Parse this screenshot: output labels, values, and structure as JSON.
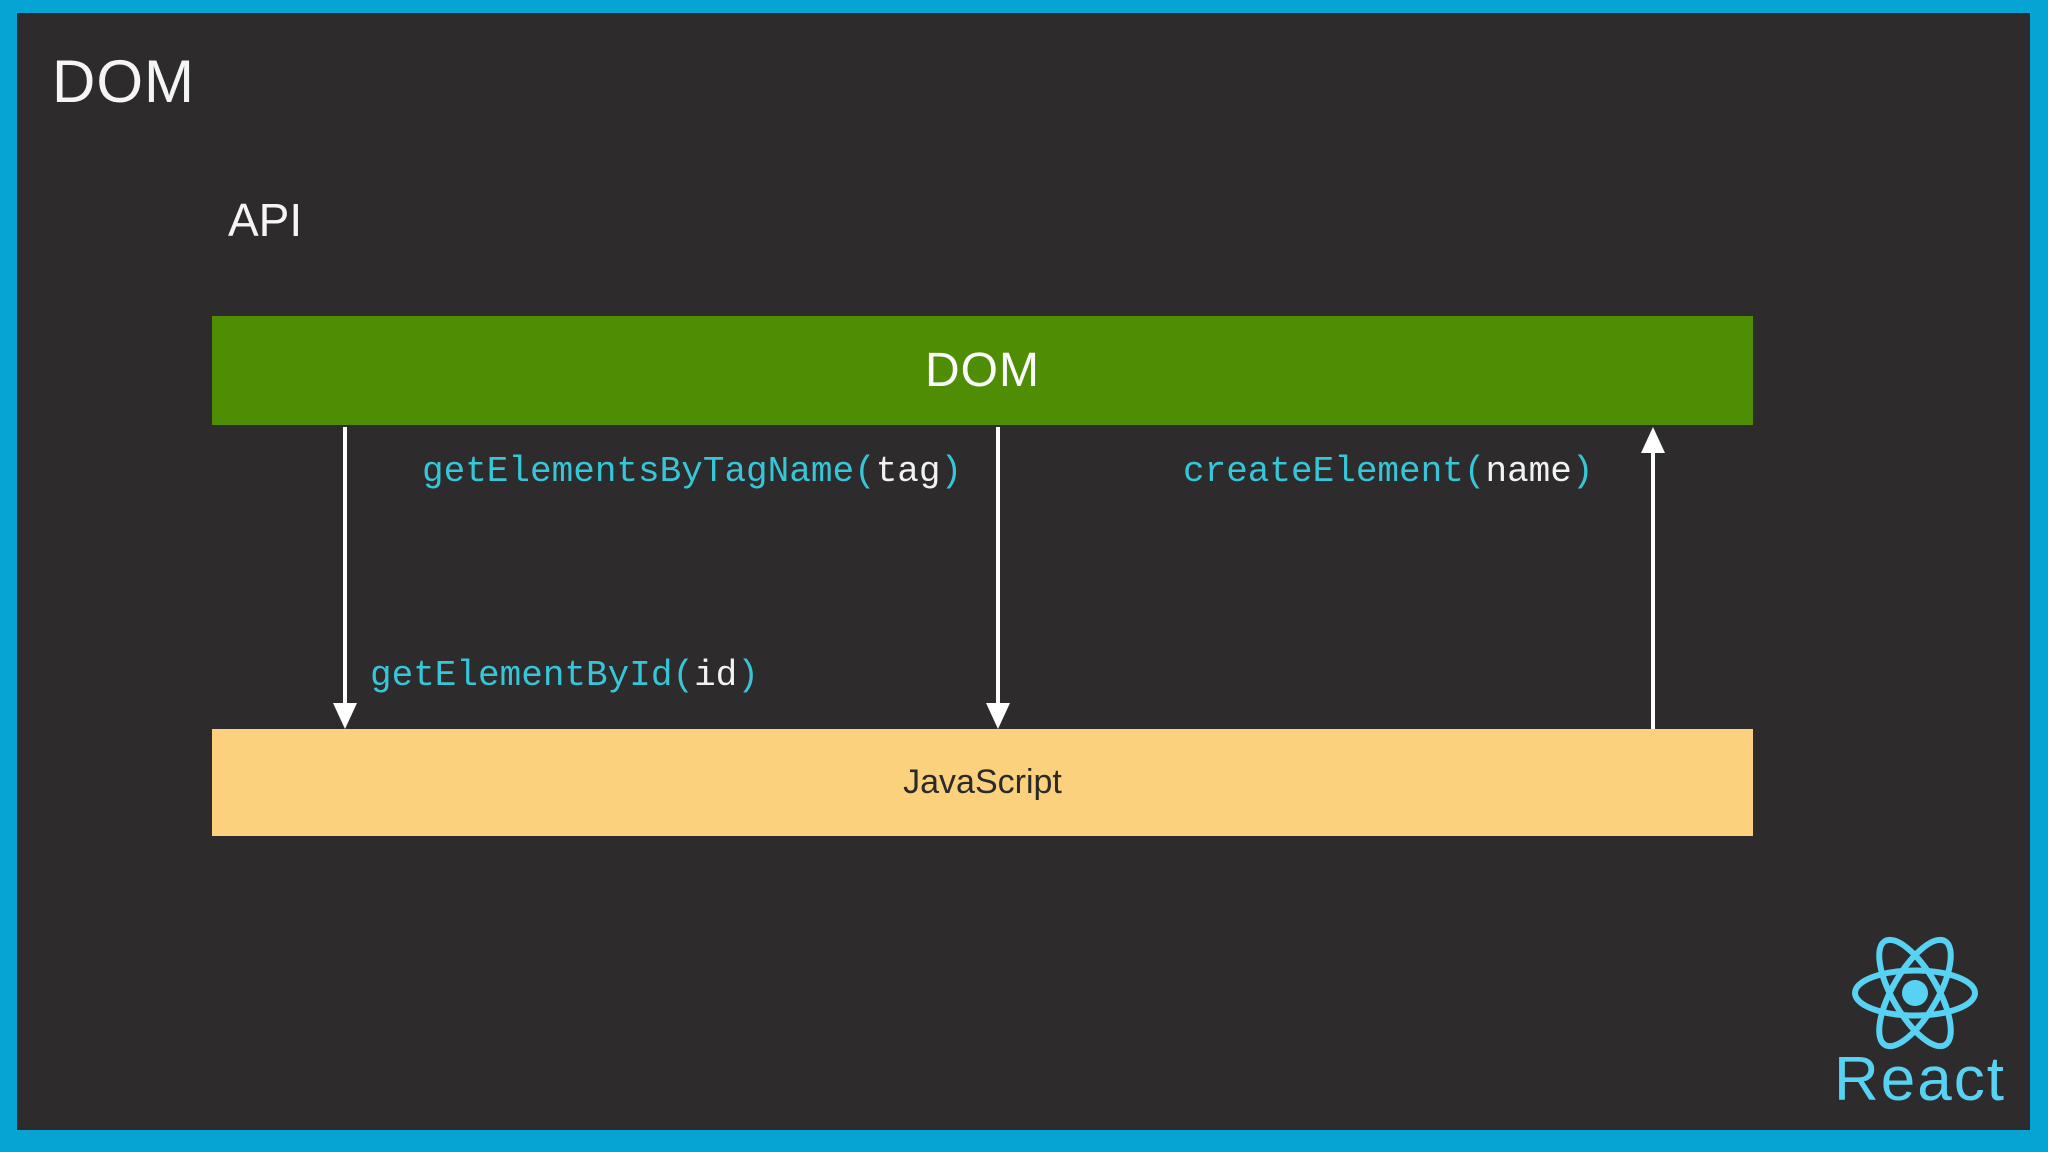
{
  "slide": {
    "title": "DOM",
    "api_label": "API"
  },
  "diagram": {
    "dom_bar_label": "DOM",
    "javascript_bar_label": "JavaScript",
    "methods": [
      {
        "name": "getElementsByTagName",
        "open_paren": "(",
        "arg": "tag",
        "close_paren": ")"
      },
      {
        "name": "createElement",
        "open_paren": "(",
        "arg": "name",
        "close_paren": ")"
      },
      {
        "name": "getElementById",
        "open_paren": "(",
        "arg": "id",
        "close_paren": ")"
      }
    ]
  },
  "branding": {
    "react_label": "React",
    "react_logo_icon": "react-atom-icon"
  },
  "colors": {
    "frame_cyan": "#05a4d3",
    "background_dark": "#2d2b2c",
    "bar_green": "#4f8d05",
    "bar_yellow": "#fcd17d",
    "code_cyan": "#36c6d8",
    "code_arg_white": "#f2f2f2",
    "text_white": "#f5f5f5",
    "javascript_text_dark": "#2b2a2b",
    "arrow_white": "#ffffff",
    "react_blue": "#57d2f2"
  }
}
